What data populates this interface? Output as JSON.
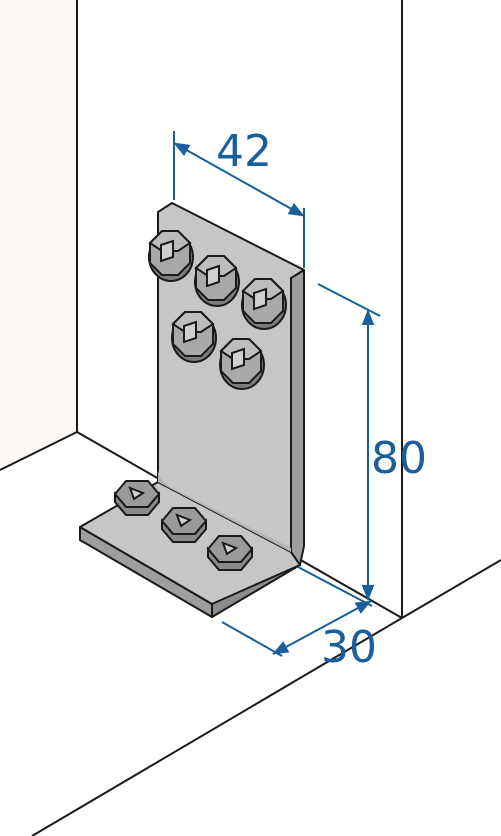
{
  "dimensions": {
    "width_label": "42",
    "height_label": "80",
    "depth_label": "30"
  },
  "colors": {
    "dimension": "#1a5e9a",
    "plate_face": "#c6c6c6",
    "plate_edge": "#9e9e9e",
    "bolt": "#a9a9a9",
    "wall_left": "#fdf8f4",
    "outline": "#1a1a1a"
  }
}
